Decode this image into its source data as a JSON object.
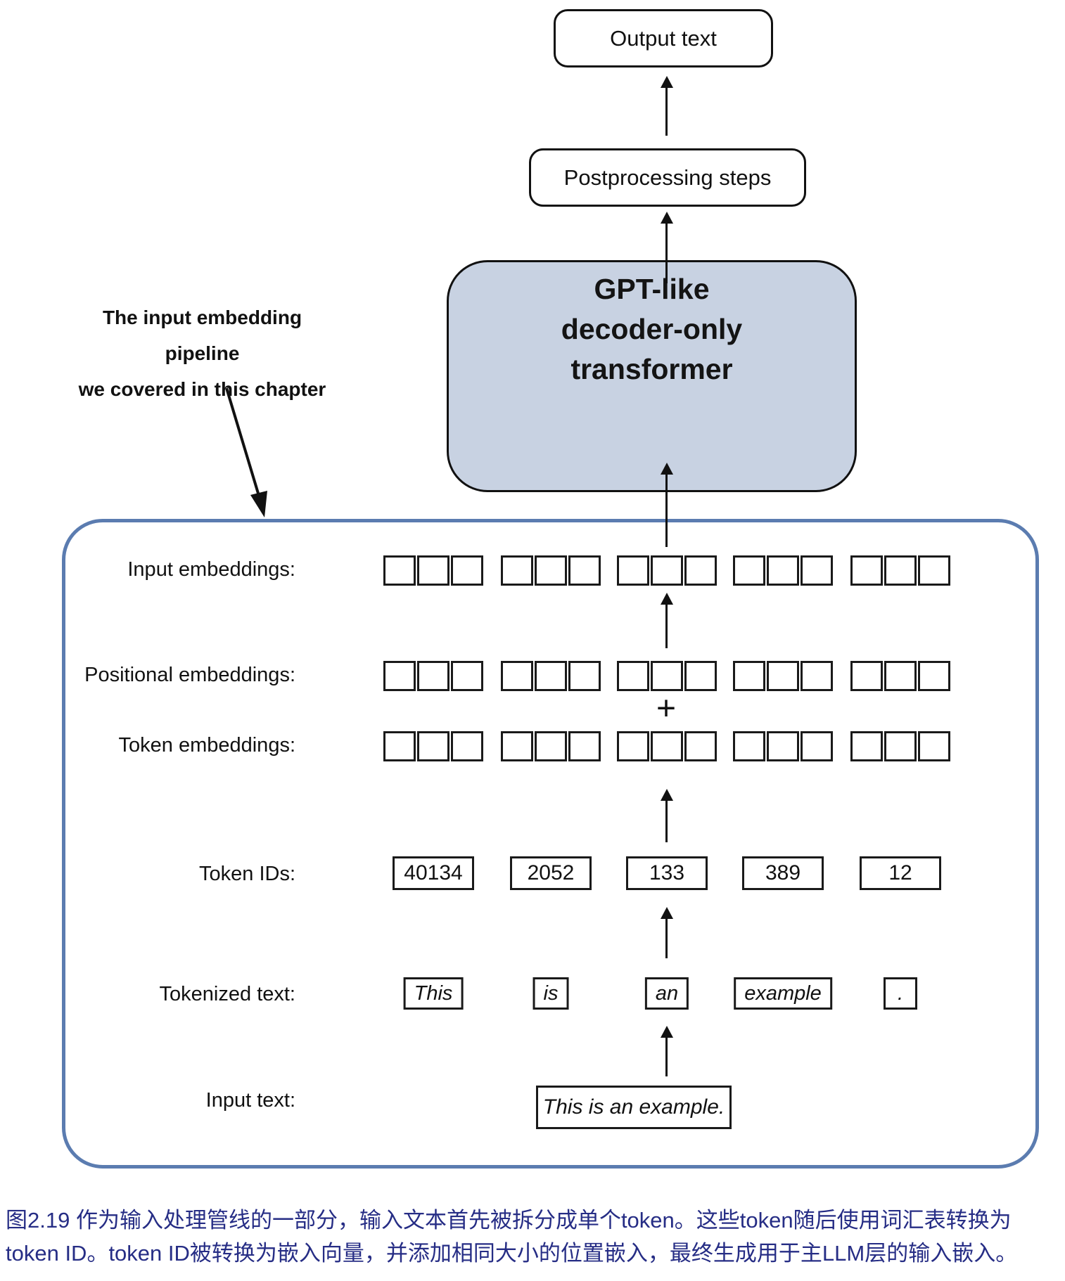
{
  "figure": {
    "output_box_label": "Output text",
    "postprocessing_box_label": "Postprocessing steps",
    "gpt_box": {
      "lines": [
        "GPT-like",
        "decoder-only",
        "transformer"
      ]
    },
    "annotation": {
      "line1": "The input embedding pipeline",
      "line2": "we covered in this chapter"
    },
    "pipeline": {
      "input_embeddings_label": "Input embeddings:",
      "positional_embeddings_label": "Positional embeddings:",
      "token_embeddings_label": "Token embeddings:",
      "token_ids_label": "Token IDs:",
      "tokenized_text_label": "Tokenized text:",
      "input_text_label": "Input text:",
      "plus_sign": "+",
      "embedding_groups": 5,
      "squares_per_group": 3,
      "token_ids": [
        "40134",
        "2052",
        "133",
        "389",
        "12"
      ],
      "tokens": [
        "This",
        "is",
        "an",
        "example",
        "."
      ],
      "input_text": "This is an example."
    },
    "caption": {
      "line1": "图2.19 作为输入处理管线的一部分，输入文本首先被拆分成单个token。这些token随后使用词汇表转换为",
      "line2": "token ID。token ID被转换为嵌入向量，并添加相同大小的位置嵌入，最终生成用于主LLM层的输入嵌入。"
    },
    "colors": {
      "gpt_fill": "#c8d2e2",
      "container_border": "#5b7cb0",
      "caption_text": "#262d85",
      "stroke": "#111111"
    }
  }
}
